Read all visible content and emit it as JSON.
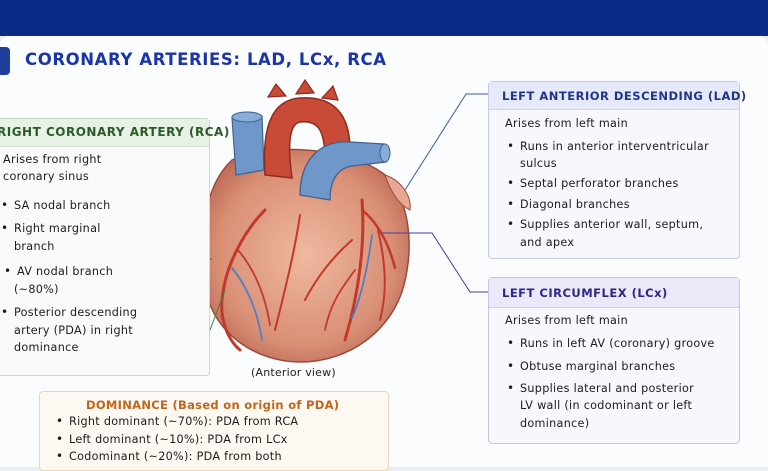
{
  "title": "CORONARY ARTERIES: LAD, LCx, RCA",
  "view_label": "(Anterior view)",
  "rca": {
    "heading": "RIGHT CORONARY ARTERY (RCA)",
    "intro": [
      "Arises from right",
      "coronary sinus"
    ],
    "items": [
      [
        "SA nodal branch"
      ],
      [
        "Right marginal",
        "branch"
      ],
      [
        "AV nodal branch",
        "(~80%)"
      ],
      [
        "Posterior descending",
        "artery (PDA) in right",
        "dominance"
      ]
    ]
  },
  "lad": {
    "heading": "LEFT ANTERIOR DESCENDING (LAD)",
    "intro": "Arises from left main",
    "items": [
      [
        "Runs in anterior interventricular",
        "sulcus"
      ],
      [
        "Septal perforator branches"
      ],
      [
        "Diagonal branches"
      ],
      [
        "Supplies anterior wall, septum,",
        "and apex"
      ]
    ]
  },
  "lcx": {
    "heading": "LEFT CIRCUMFLEX (LCx)",
    "intro": "Arises from left main",
    "items": [
      [
        "Runs in left AV (coronary) groove"
      ],
      [
        "Obtuse marginal branches"
      ],
      [
        "Supplies lateral and posterior",
        "LV wall (in codominant or left",
        "dominance)"
      ]
    ]
  },
  "dominance": {
    "heading": "DOMINANCE (Based on origin of PDA)",
    "items": [
      "Right dominant (~70%): PDA from RCA",
      "Left dominant (~10%): PDA from LCx",
      "Codominant (~20%): PDA from both"
    ]
  },
  "colors": {
    "header_bar": "#0b2a86",
    "title": "#1a35a8",
    "rca_accent": "#2a5a27",
    "lad_accent": "#1f338f",
    "lcx_accent": "#2d2785",
    "dominance_accent": "#c0651b"
  }
}
